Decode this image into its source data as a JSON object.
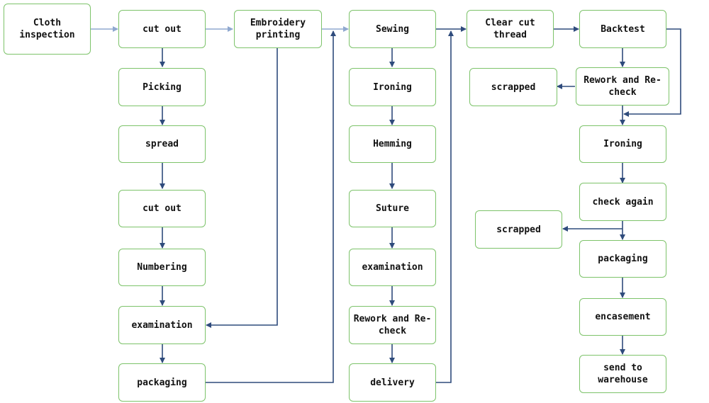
{
  "diagram": {
    "colors": {
      "node_border": "#7dc36a",
      "arrow_main": "#2f4b7c",
      "arrow_light": "#8fa8cf"
    },
    "nodes": {
      "n1": "Cloth\ninspection",
      "n2": "cut out",
      "n3": "Embroidery\nprinting",
      "n4": "Sewing",
      "n5": "Clear cut\nthread",
      "n6": "Backtest",
      "n7": "Picking",
      "n8": "spread",
      "n9": "cut out",
      "n10": "Numbering",
      "n11": "examination",
      "n12": "packaging",
      "n13": "Ironing",
      "n14": "Hemming",
      "n15": "Suture",
      "n16": "examination",
      "n17": "Rework and Re-\ncheck",
      "n18": "delivery",
      "n19": "scrapped",
      "n20": "Rework and Re-\ncheck",
      "n21": "Ironing",
      "n22": "check again",
      "n23": "scrapped",
      "n24": "packaging",
      "n25": "encasement",
      "n26": "send to\nwarehouse"
    }
  }
}
